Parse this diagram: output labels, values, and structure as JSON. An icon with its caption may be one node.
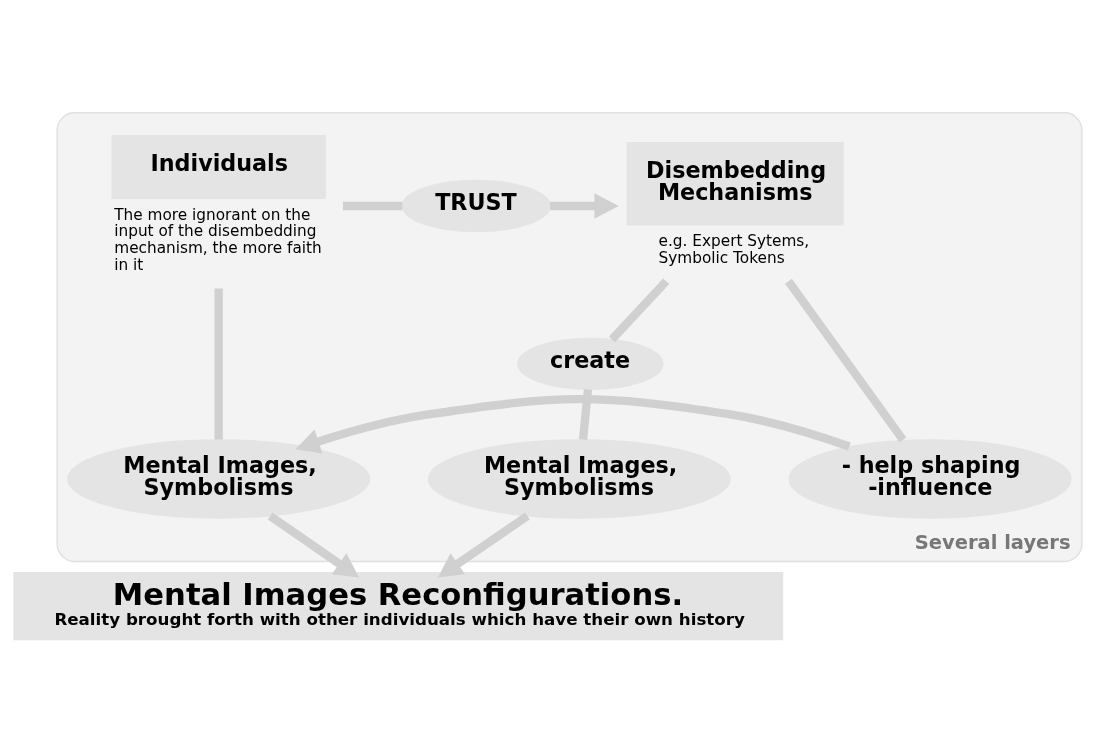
{
  "diagram": {
    "nodes": [
      {
        "text": [
          "Several layers"
        ]
      },
      {
        "text": [
          "Individuals"
        ],
        "in": 0,
        "beside": [
          "The more ignorant on the input of the disembedding mechanism, the more faith in it"
        ]
      },
      {
        "text": [
          "TRUST"
        ],
        "in": 0
      },
      {
        "text": [
          "Disembedding Mechanisms"
        ],
        "in": 0,
        "beside": [
          "e.g. Expert Sytems, Symbolic Tokens"
        ]
      },
      {
        "text": [
          "create"
        ],
        "in": 0
      },
      {
        "text": [
          "Mental Images, Symbolisms"
        ],
        "in": 0
      },
      {
        "text": [
          "- help shaping -influence"
        ],
        "in": 0
      },
      {
        "text": [
          "Mental Images, Symbolisms"
        ],
        "in": 0
      },
      {
        "text": [
          "Mental Images Reconfigurations.",
          "Reality brought forth with other individuals which have their own history"
        ]
      }
    ],
    "edges": [
      {
        "from": 1,
        "to": 2,
        "arrow": "none"
      },
      {
        "from": 2,
        "to": 3,
        "arrow": "to"
      },
      {
        "from": 1,
        "to": 5,
        "arrow": "none"
      },
      {
        "from": 3,
        "to": 4,
        "arrow": "none"
      },
      {
        "from": 4,
        "to": 7,
        "arrow": "none"
      },
      {
        "from": 3,
        "to": 6,
        "arrow": "none"
      },
      {
        "from": 6,
        "to": 5,
        "arrow": "to"
      },
      {
        "from": 5,
        "to": 8,
        "arrow": "to"
      },
      {
        "from": 7,
        "to": 8,
        "arrow": "to"
      }
    ]
  }
}
